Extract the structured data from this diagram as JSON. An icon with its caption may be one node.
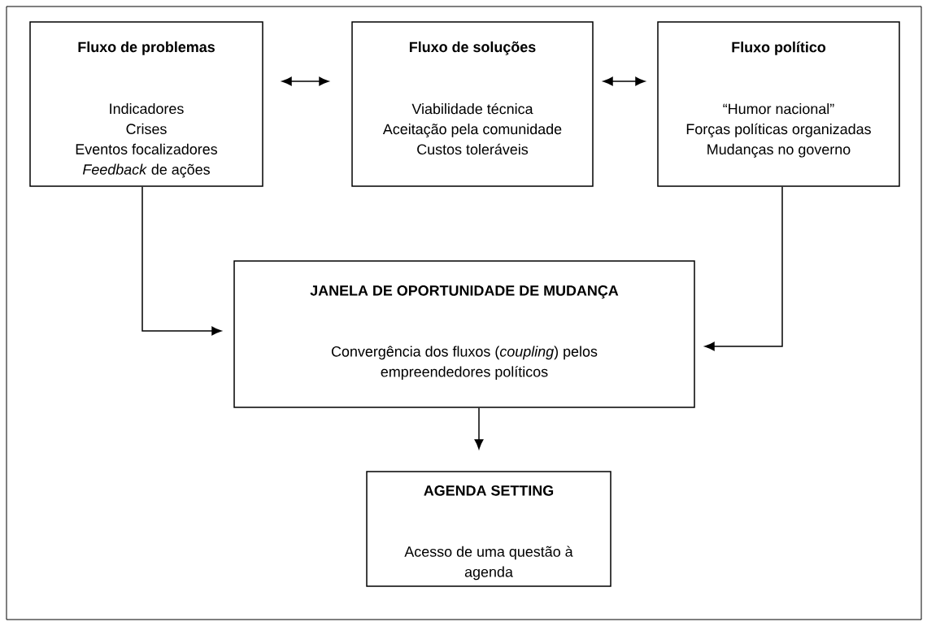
{
  "diagram": {
    "nodes": [
      {
        "text": [
          "Fluxo de problemas",
          "Indicadores",
          "Crises",
          "Eventos focalizadores",
          "*Feedback* de ações"
        ]
      },
      {
        "text": [
          "Fluxo de soluções",
          "Viabilidade técnica",
          "Aceitação pela comunidade",
          "Custos toleráveis"
        ]
      },
      {
        "text": [
          "Fluxo político",
          "“Humor nacional”",
          "Forças políticas organizadas",
          "Mudanças no governo"
        ]
      },
      {
        "text": [
          "JANELA DE OPORTUNIDADE DE MUDANÇA",
          "Convergência dos fluxos (*coupling*) pelos empreendedores políticos"
        ]
      },
      {
        "text": [
          "AGENDA SETTING",
          "Acesso de uma questão à agenda"
        ]
      }
    ],
    "edges": [
      {
        "from": 0,
        "to": 1,
        "arrow": "both"
      },
      {
        "from": 1,
        "to": 2,
        "arrow": "both"
      },
      {
        "from": 0,
        "to": 3,
        "arrow": "to"
      },
      {
        "from": 2,
        "to": 3,
        "arrow": "to"
      },
      {
        "from": 3,
        "to": 4,
        "arrow": "to"
      }
    ]
  }
}
